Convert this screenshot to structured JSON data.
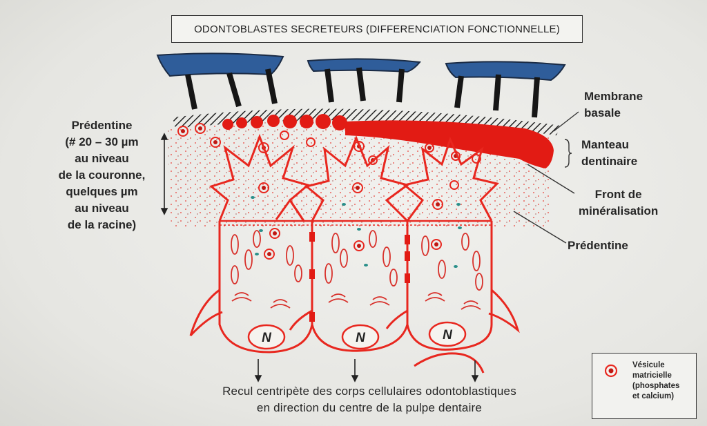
{
  "title": "ODONTOBLASTES SECRETEURS (DIFFERENCIATION FONCTIONNELLE)",
  "labels_left": {
    "predentine_lines": [
      "Prédentine",
      "(# 20 – 30 µm",
      "au niveau",
      "de la couronne,",
      "quelques µm",
      "au niveau",
      "de la racine)"
    ]
  },
  "labels_right": {
    "membrane_lines": [
      "Membrane",
      "basale"
    ],
    "manteau_lines": [
      "Manteau",
      "dentinaire"
    ],
    "front_lines": [
      "Front de",
      "minéralisation"
    ],
    "predentine": "Prédentine"
  },
  "nucleus_label": "N",
  "caption_lines": [
    "Recul centripète des corps cellulaires odontoblastiques",
    "en direction du centre de la pulpe dentaire"
  ],
  "legend": {
    "lines": [
      "Vésicule",
      "matricielle",
      "(phosphates",
      "et calcium)"
    ],
    "icon": "matrix-vesicle-icon"
  },
  "colors": {
    "cell": "#e8271f",
    "dentine": "#e21b14",
    "ameloblast": "#2f5d9a",
    "ink": "#262626",
    "vesicle_inner": "#c01812",
    "dot": "#2a8f8a"
  }
}
